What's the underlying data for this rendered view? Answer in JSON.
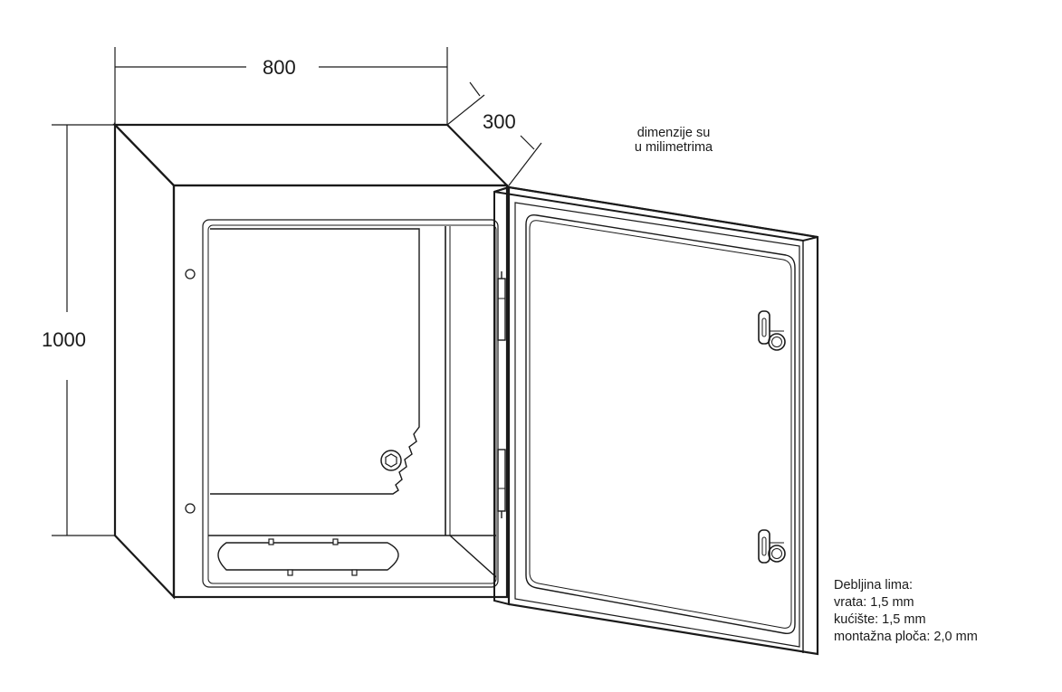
{
  "dimensions": {
    "width": "800",
    "depth": "300",
    "height": "1000"
  },
  "unit_note": {
    "line1": "dimenzije su",
    "line2": "u milimetrima"
  },
  "thickness": {
    "title": "Debljina lima:",
    "door": "vrata: 1,5 mm",
    "housing": "kućište: 1,5 mm",
    "plate": "montažna ploča: 2,0 mm"
  }
}
